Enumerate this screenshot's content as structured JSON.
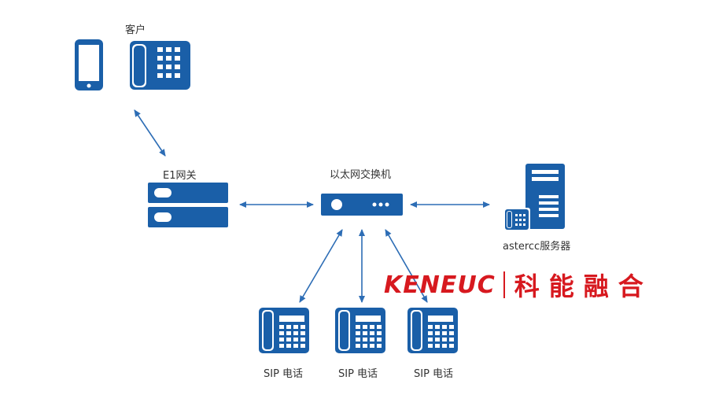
{
  "labels": {
    "customer": "客户",
    "e1_gateway": "E1网关",
    "ethernet_switch": "以太网交换机",
    "astercc_server": "astercc服务器",
    "sip_phone_1": "SIP 电话",
    "sip_phone_2": "SIP 电话",
    "sip_phone_3": "SIP 电话"
  },
  "watermark": {
    "latin": "KENEUC",
    "cjk": "科能融合"
  },
  "colors": {
    "device_blue": "#1a5fa8",
    "arrow_blue": "#2d6db5",
    "watermark_red": "#d7191f"
  }
}
